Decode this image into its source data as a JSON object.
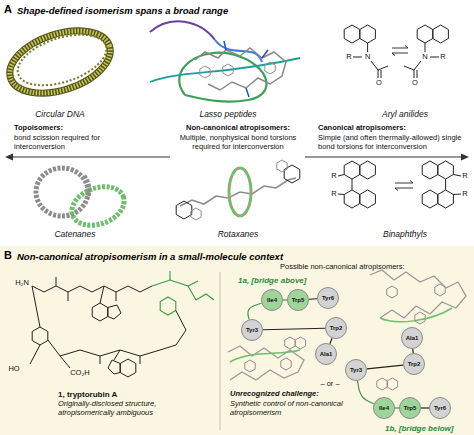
{
  "diagram": {
    "nodes": [
      {
        "text": [
          "A",
          "Shape-defined isomerism spans a broad range"
        ]
      },
      {
        "text": [
          "B",
          "Non-canonical atropisomerism in a small-molecule context"
        ]
      },
      {
        "text": [
          "Ile4"
        ],
        "in": 1
      },
      {
        "text": [
          "Trp5"
        ],
        "in": 1
      },
      {
        "text": [
          "Tyr6"
        ],
        "in": 1
      },
      {
        "text": [
          "Tyr3"
        ],
        "in": 1
      },
      {
        "text": [
          "Trp2"
        ],
        "in": 1
      },
      {
        "text": [
          "Ala1"
        ],
        "in": 1
      },
      {
        "text": [
          "Ala1"
        ],
        "in": 1
      },
      {
        "text": [
          "Trp2"
        ],
        "in": 1
      },
      {
        "text": [
          "Tyr3"
        ],
        "in": 1
      },
      {
        "text": [
          "Ile4"
        ],
        "in": 1
      },
      {
        "text": [
          "Trp5"
        ],
        "in": 1
      },
      {
        "text": [
          "Tyr6"
        ],
        "in": 1
      }
    ],
    "edges": [
      {
        "from": 7,
        "to": 6,
        "arrow": "none"
      },
      {
        "from": 6,
        "to": 5,
        "arrow": "none"
      },
      {
        "from": 5,
        "to": 2,
        "arrow": "none"
      },
      {
        "from": 2,
        "to": 3,
        "arrow": "none"
      },
      {
        "from": 3,
        "to": 4,
        "arrow": "none"
      },
      {
        "from": 8,
        "to": 9,
        "arrow": "none"
      },
      {
        "from": 9,
        "to": 10,
        "arrow": "none"
      },
      {
        "from": 10,
        "to": 11,
        "arrow": "none"
      },
      {
        "from": 11,
        "to": 12,
        "arrow": "none"
      },
      {
        "from": 12,
        "to": 13,
        "arrow": "none"
      }
    ],
    "labels": [
      "Circular DNA",
      "Lasso peptides",
      "Aryl anilides",
      "Topoisomers:",
      "bond scission required for interconversion",
      "Non-canonical atropisomers:",
      "Multiple, nonphysical bond torsions required for interconversion",
      "Canonical atropisomers:",
      "Simple (and often thermally-allowed) single bond torsions for interconversion",
      "Catenanes",
      "Rotaxanes",
      "Binaphthyls",
      "1, tryptorubin A",
      "Originally-disclosed structure, atropisomerically ambiguous",
      "Possible non-canonical atropisomers:",
      "1a, [bridge above]",
      "– or –",
      "Unrecognized challenge:",
      "Synthetic control of non-canonical atropisomerism",
      "1b, [bridge below]",
      "H₂N",
      "HO",
      "CO₂H",
      "R",
      "N",
      "O",
      "N",
      "R",
      "O",
      "R",
      "R",
      "R",
      "R"
    ]
  }
}
